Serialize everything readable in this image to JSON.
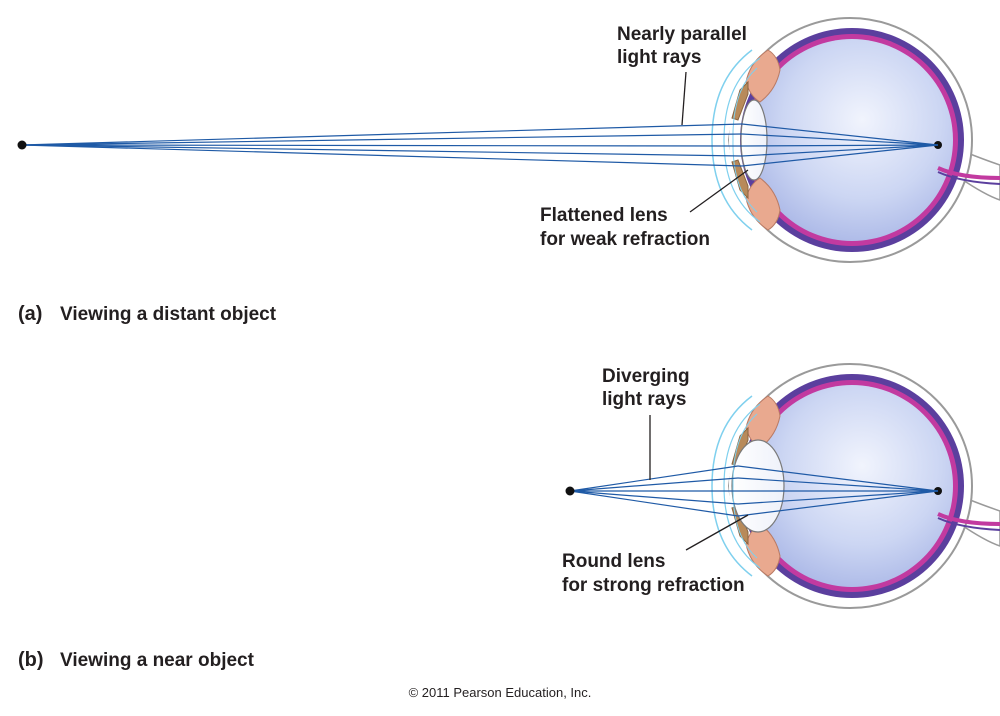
{
  "panels": [
    {
      "letter": "(a)",
      "title": "Viewing a distant object",
      "rays_label": [
        "Nearly parallel",
        "light rays"
      ],
      "lens_label": [
        "Flattened lens",
        "for weak refraction"
      ]
    },
    {
      "letter": "(b)",
      "title": "Viewing a near object",
      "rays_label": [
        "Diverging",
        "light rays"
      ],
      "lens_label": [
        "Round lens",
        "for strong refraction"
      ]
    }
  ],
  "copyright": "© 2011 Pearson Education, Inc.",
  "colors": {
    "ray": "#1f5aa6",
    "vitreous": "#c9d4f2",
    "retina": "#c23aa0",
    "choroid": "#5b3f9e",
    "sclera": "#ffffff",
    "outline": "#9a9a9a",
    "cornea": "#7fd0ee",
    "ciliary": "#e9a98f",
    "iris": "#b88a5a"
  }
}
